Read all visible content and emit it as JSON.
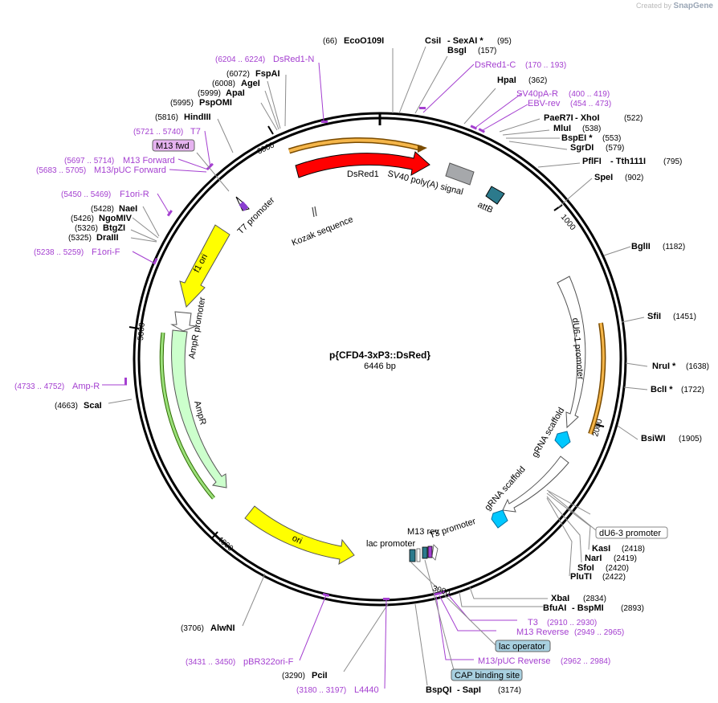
{
  "credit": {
    "text": "Created by",
    "brand": "SnapGene"
  },
  "plasmid": {
    "name": "p{CFD4-3xP3::DsRed}",
    "length_label": "6446 bp",
    "length": 6446
  },
  "ticks": [
    "1000",
    "2000",
    "4000",
    "5000",
    "6000"
  ],
  "enzymes": [
    {
      "name": "EcoO109I",
      "pos": "(66)"
    },
    {
      "name": "CsiI",
      "name2": "- SexAI *",
      "pos": "(95)"
    },
    {
      "name": "BsgI",
      "pos": "(157)"
    },
    {
      "name": "HpaI",
      "pos": "(362)"
    },
    {
      "name": "PaeR7I",
      "name2": "- XhoI",
      "pos": "(522)"
    },
    {
      "name": "MluI",
      "pos": "(538)"
    },
    {
      "name": "BspEI *",
      "pos": "(553)"
    },
    {
      "name": "SgrDI",
      "pos": "(579)"
    },
    {
      "name": "PflFI",
      "name2": "- Tth111I",
      "pos": "(795)"
    },
    {
      "name": "SpeI",
      "pos": "(902)"
    },
    {
      "name": "BglII",
      "pos": "(1182)"
    },
    {
      "name": "SfiI",
      "pos": "(1451)"
    },
    {
      "name": "NruI *",
      "pos": "(1638)"
    },
    {
      "name": "BclI *",
      "pos": "(1722)"
    },
    {
      "name": "BsiWI",
      "pos": "(1905)"
    },
    {
      "name": "KasI",
      "pos": "(2418)"
    },
    {
      "name": "NarI",
      "pos": "(2419)"
    },
    {
      "name": "SfoI",
      "pos": "(2420)"
    },
    {
      "name": "PluTI",
      "pos": "(2422)"
    },
    {
      "name": "XbaI",
      "pos": "(2834)"
    },
    {
      "name": "BfuAI",
      "name2": "- BspMI",
      "pos": "(2893)"
    },
    {
      "name": "BspQI",
      "name2": "- SapI",
      "pos": "(3174)"
    },
    {
      "name": "PciI",
      "pos": "(3290)"
    },
    {
      "name": "AlwNI",
      "pos": "(3706)"
    },
    {
      "name": "ScaI",
      "pos": "(4663)"
    },
    {
      "name": "DraIII",
      "pos": "(5325)"
    },
    {
      "name": "BtgZI",
      "pos": "(5326)"
    },
    {
      "name": "NgoMIV",
      "pos": "(5426)"
    },
    {
      "name": "NaeI",
      "pos": "(5428)"
    },
    {
      "name": "HindIII",
      "pos": "(5816)"
    },
    {
      "name": "PspOMI",
      "pos": "(5995)"
    },
    {
      "name": "ApaI",
      "pos": "(5999)"
    },
    {
      "name": "AgeI",
      "pos": "(6008)"
    },
    {
      "name": "FspAI",
      "pos": "(6072)"
    }
  ],
  "primers": [
    {
      "name": "DsRed1-N",
      "pos": "(6204 .. 6224)"
    },
    {
      "name": "DsRed1-C",
      "pos": "(170 .. 193)"
    },
    {
      "name": "SV40pA-R",
      "pos": "(400 .. 419)"
    },
    {
      "name": "EBV-rev",
      "pos": "(454 .. 473)"
    },
    {
      "name": "T7",
      "pos": "(5721 .. 5740)"
    },
    {
      "name": "M13 Forward",
      "pos": "(5697 .. 5714)"
    },
    {
      "name": "M13/pUC Forward",
      "pos": "(5683 .. 5705)"
    },
    {
      "name": "F1ori-R",
      "pos": "(5450 .. 5469)"
    },
    {
      "name": "F1ori-F",
      "pos": "(5238 .. 5259)"
    },
    {
      "name": "Amp-R",
      "pos": "(4733 .. 4752)"
    },
    {
      "name": "pBR322ori-F",
      "pos": "(3431 .. 3450)"
    },
    {
      "name": "L4440",
      "pos": "(3180 .. 3197)"
    },
    {
      "name": "T3",
      "pos": "(2910 .. 2930)"
    },
    {
      "name": "M13 Reverse",
      "pos": "(2949 .. 2965)"
    },
    {
      "name": "M13/pUC Reverse",
      "pos": "(2962 .. 2984)"
    }
  ],
  "features": {
    "dsred1": "DsRed1",
    "sv40": "SV40 poly(A) signal",
    "attb": "attB",
    "kozak": "Kozak sequence",
    "t7_promoter": "T7 promoter",
    "f1_ori": "f1 ori",
    "ampr_promoter": "AmpR promoter",
    "ampr": "AmpR",
    "ori": "ori",
    "du6_1": "dU6-1 promoter",
    "grna1": "gRNA scaffold",
    "grna2": "gRNA scaffold",
    "du6_3": "dU6-3 promoter",
    "m13_rev": "M13 rev",
    "t3_promoter": "T3 promoter",
    "lac_promoter": "lac promoter",
    "m13_fwd": "M13 fwd",
    "lac_operator": "lac operator",
    "cap_site": "CAP binding site"
  },
  "colors": {
    "backbone": "#000000",
    "enzyme_line": "#8c8c8c",
    "primer": "#a43fd0",
    "dsred": "#ff0000",
    "sv40": "#a6a8ab",
    "attb": "#2c7a8c",
    "f1_ori": "#ffff00",
    "ampr": "#ccffcc",
    "ori": "#ffff00",
    "grna": "#00c8ff",
    "label_box_blue": "#a8d0e0",
    "label_box_purple": "#e6b3f0"
  }
}
